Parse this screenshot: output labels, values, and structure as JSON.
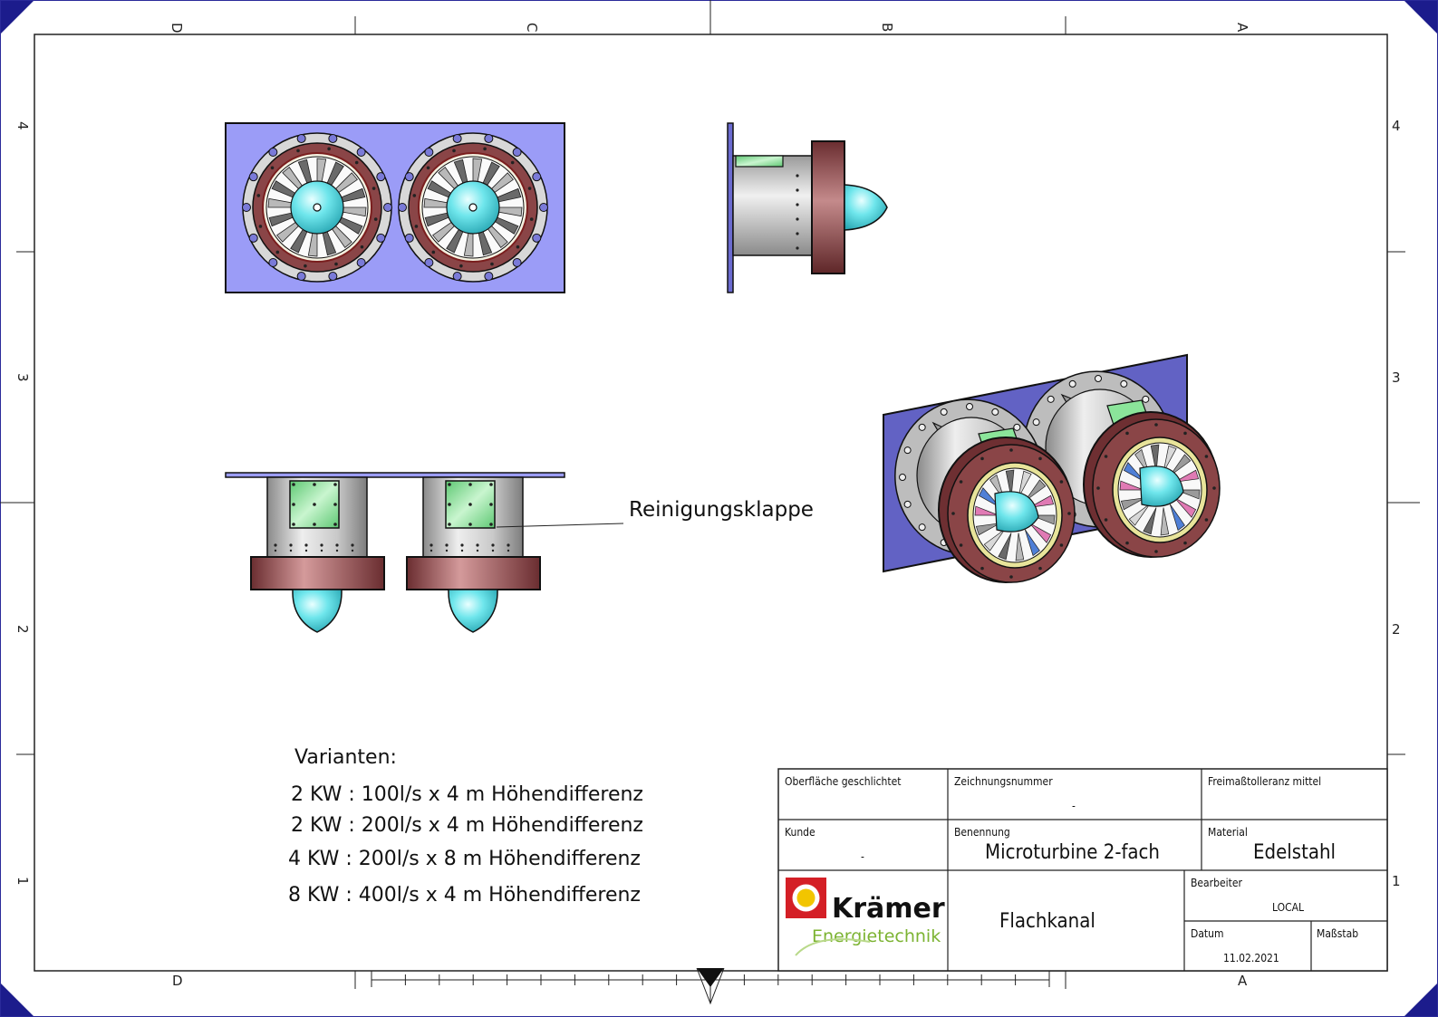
{
  "zones": {
    "top": [
      "D",
      "C",
      "B",
      "A"
    ],
    "bottom": [
      "D",
      "A"
    ],
    "left": [
      "4",
      "3",
      "2",
      "1"
    ],
    "right": [
      "4",
      "3",
      "2",
      "1"
    ]
  },
  "annotation": "Reinigungsklappe",
  "variants": {
    "heading": "Varianten:",
    "items": [
      "2 KW : 100l/s x 4 m Höhendifferenz",
      "2 KW : 200l/s x 4 m Höhendifferenz",
      "4 KW : 200l/s x 8 m Höhendifferenz",
      "8 KW : 400l/s x 4 m Höhendifferenz"
    ]
  },
  "title_block": {
    "surface_label": "Oberfläche geschlichtet",
    "drawing_number_label": "Zeichnungsnummer",
    "drawing_number": "-",
    "tolerance_label": "Freimaßtolleranz mittel",
    "customer_label": "Kunde",
    "customer": "-",
    "designation_label": "Benennung",
    "designation": "Microturbine 2-fach",
    "material_label": "Material",
    "material": "Edelstahl",
    "logo_name": "Krämer",
    "logo_sub": "Energietechnik",
    "subtitle": "Flachkanal",
    "editor_label": "Bearbeiter",
    "editor": "LOCAL",
    "date_label": "Datum",
    "date": "11.02.2021",
    "scale_label": "Maßstab"
  },
  "colors": {
    "plate": "#9b9cf7",
    "plate_iso": "#6262c4",
    "flange": "#7a3b3d",
    "cone": "#5ee0e8",
    "hatch": "#8be59a",
    "steel": "#b9b9b9",
    "border_corner": "#1c1c8c"
  }
}
